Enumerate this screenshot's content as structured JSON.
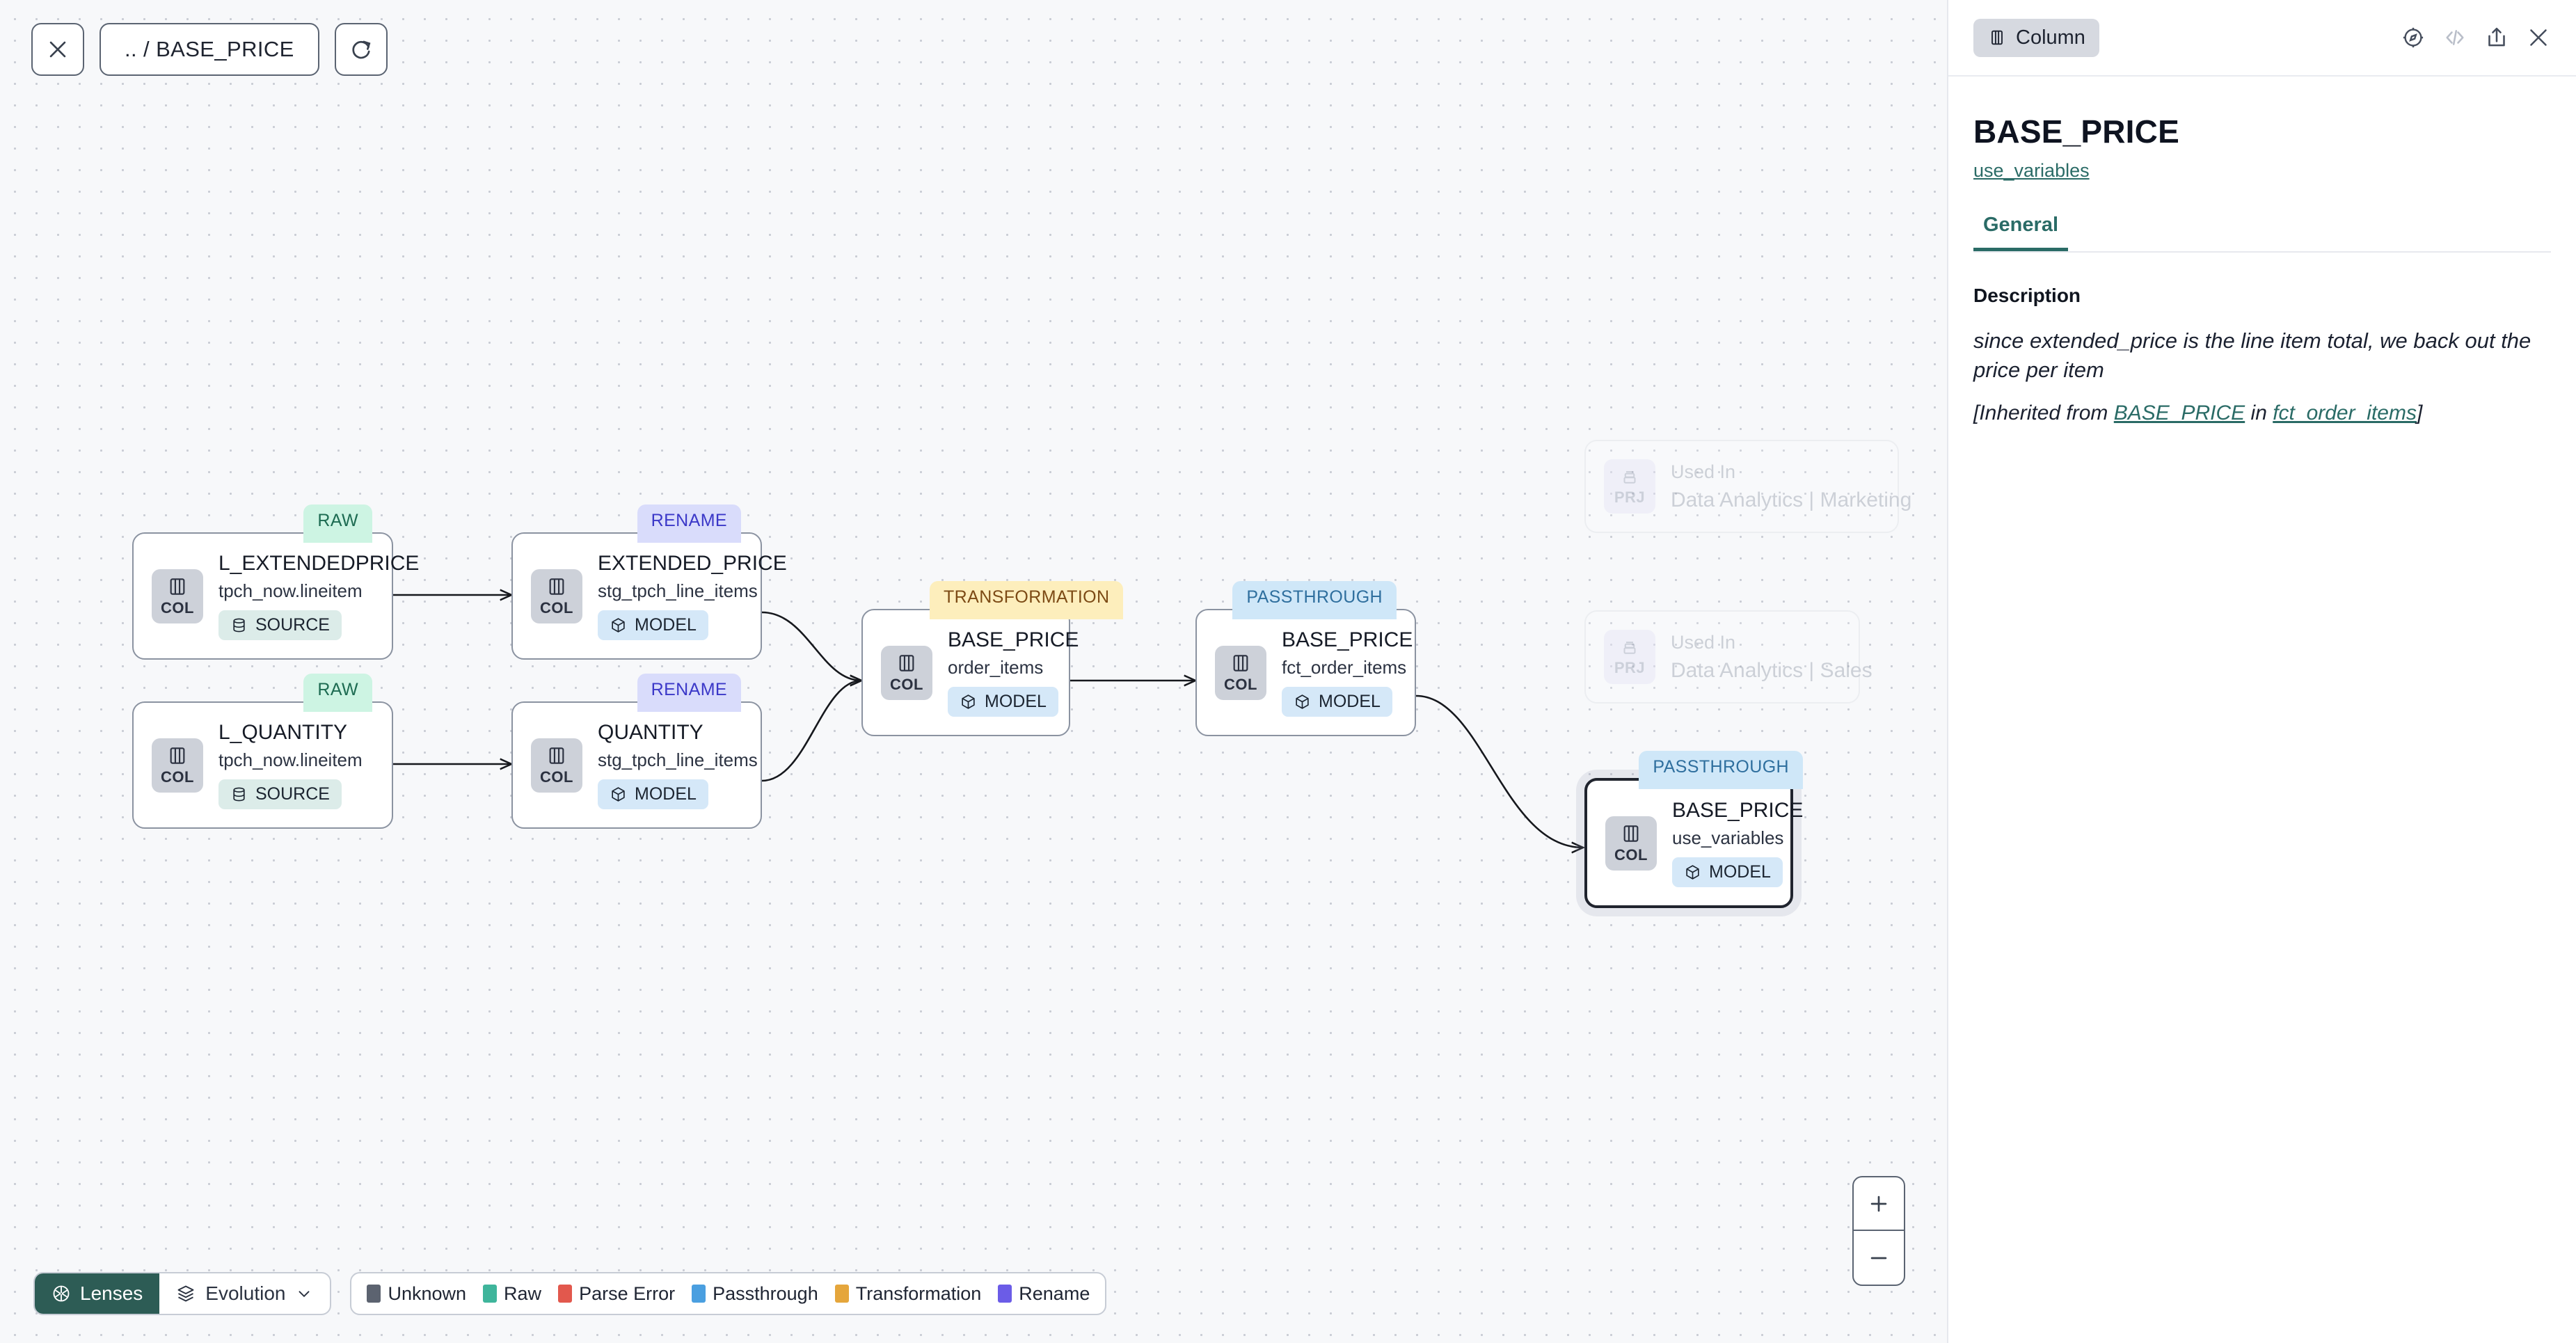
{
  "toolbar": {
    "close_icon": "close-icon",
    "breadcrumb": ".. / BASE_PRICE",
    "refresh_icon": "refresh-icon"
  },
  "graph": {
    "nodes": [
      {
        "id": "l_extendedprice",
        "tag": "RAW",
        "tag_kind": "raw",
        "chip": "COL",
        "title": "L_EXTENDEDPRICE",
        "subtitle": "tpch_now.lineitem",
        "badge": "SOURCE",
        "badge_kind": "source",
        "selected": false
      },
      {
        "id": "l_quantity",
        "tag": "RAW",
        "tag_kind": "raw",
        "chip": "COL",
        "title": "L_QUANTITY",
        "subtitle": "tpch_now.lineitem",
        "badge": "SOURCE",
        "badge_kind": "source",
        "selected": false
      },
      {
        "id": "extended_price",
        "tag": "RENAME",
        "tag_kind": "rename",
        "chip": "COL",
        "title": "EXTENDED_PRICE",
        "subtitle": "stg_tpch_line_items",
        "badge": "MODEL",
        "badge_kind": "model",
        "selected": false
      },
      {
        "id": "quantity",
        "tag": "RENAME",
        "tag_kind": "rename",
        "chip": "COL",
        "title": "QUANTITY",
        "subtitle": "stg_tpch_line_items",
        "badge": "MODEL",
        "badge_kind": "model",
        "selected": false
      },
      {
        "id": "base_price_order_items",
        "tag": "TRANSFORMATION",
        "tag_kind": "transformation",
        "chip": "COL",
        "title": "BASE_PRICE",
        "subtitle": "order_items",
        "badge": "MODEL",
        "badge_kind": "model",
        "selected": false
      },
      {
        "id": "base_price_fct",
        "tag": "PASSTHROUGH",
        "tag_kind": "passthrough",
        "chip": "COL",
        "title": "BASE_PRICE",
        "subtitle": "fct_order_items",
        "badge": "MODEL",
        "badge_kind": "model",
        "selected": false
      },
      {
        "id": "base_price_use_variables",
        "tag": "PASSTHROUGH",
        "tag_kind": "passthrough",
        "chip": "COL",
        "title": "BASE_PRICE",
        "subtitle": "use_variables",
        "badge": "MODEL",
        "badge_kind": "model",
        "selected": true
      }
    ],
    "used_in": [
      {
        "chip": "PRJ",
        "label": "Used In",
        "value": "Data Analytics | Marketing"
      },
      {
        "chip": "PRJ",
        "label": "Used In",
        "value": "Data Analytics | Sales"
      }
    ]
  },
  "bottom_bar": {
    "lenses_label": "Lenses",
    "lenses_icon": "aperture-icon",
    "evolution_label": "Evolution",
    "evolution_icon": "layers-icon",
    "chevron_icon": "chevron-down-icon",
    "legend": [
      {
        "label": "Unknown",
        "color": "#5c6370"
      },
      {
        "label": "Raw",
        "color": "#3fb59b"
      },
      {
        "label": "Parse Error",
        "color": "#e2584d"
      },
      {
        "label": "Passthrough",
        "color": "#4a9fe0"
      },
      {
        "label": "Transformation",
        "color": "#e5a63c"
      },
      {
        "label": "Rename",
        "color": "#6b5ce7"
      }
    ]
  },
  "zoom_controls": {
    "zoom_in": "+",
    "zoom_out": "−"
  },
  "panel": {
    "pill_label": "Column",
    "pill_icon": "column-icon",
    "icons": [
      {
        "name": "compass-icon",
        "dim": false
      },
      {
        "name": "code-icon",
        "dim": true
      },
      {
        "name": "share-icon",
        "dim": false
      },
      {
        "name": "close-icon",
        "dim": false
      }
    ],
    "title": "BASE_PRICE",
    "model_link": "use_variables",
    "tab": "General",
    "description_heading": "Description",
    "description": "since extended_price is the line item total, we back out the price per item",
    "inherited_prefix": "[Inherited from ",
    "inherited_column": "BASE_PRICE",
    "inherited_mid": " in ",
    "inherited_model": "fct_order_items",
    "inherited_suffix": "]"
  }
}
